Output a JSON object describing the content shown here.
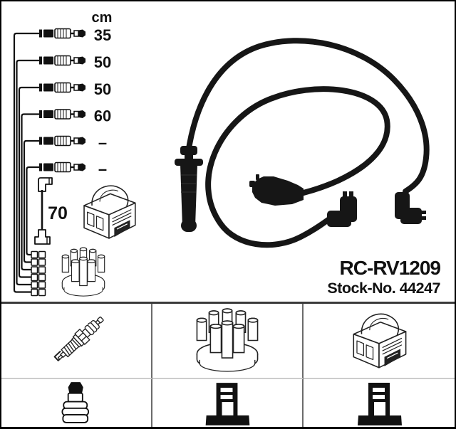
{
  "product": {
    "code": "RC-RV1209",
    "stock_no": "Stock-No. 44247"
  },
  "measurements": {
    "unit_label": "cm",
    "cable_lengths": [
      "35",
      "50",
      "50",
      "60",
      "–",
      "–"
    ],
    "coil_wire_length": "70"
  },
  "colors": {
    "line_art": "#1a1a1a",
    "photo_silhouette": "#161616",
    "table_border_dark": "#3a3a3a",
    "table_border_mid": "#6b6b6b",
    "table_border_light": "#cccccc"
  },
  "icons": {
    "row1": [
      "spark-plug-icon",
      "distributor-cap-icon",
      "ignition-coil-icon"
    ],
    "row2": [
      "plug-terminal-icon",
      "distributor-terminal-icon",
      "distributor-terminal-icon"
    ]
  }
}
